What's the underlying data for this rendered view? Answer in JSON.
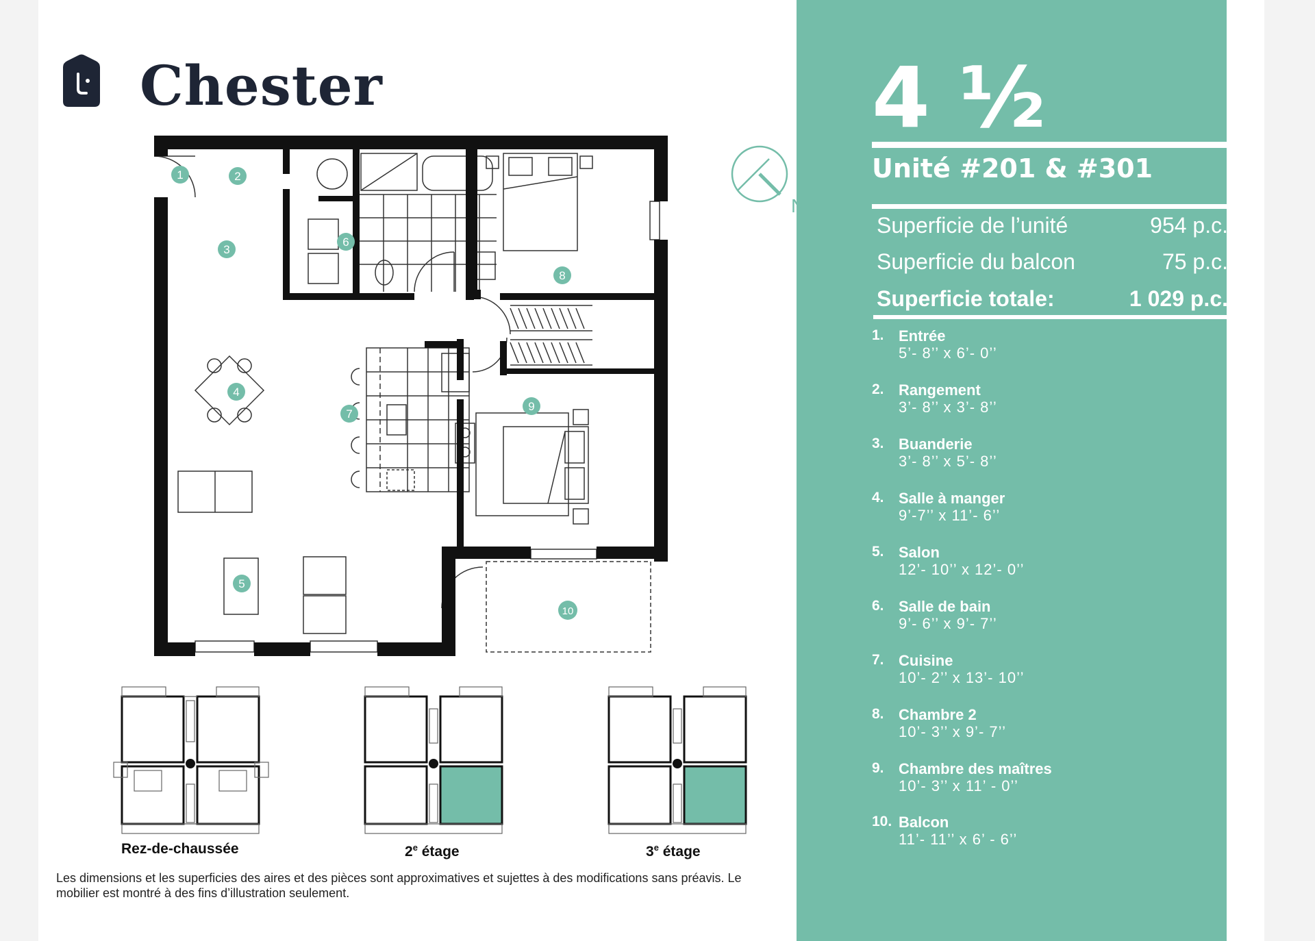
{
  "brand": {
    "name": "Chester"
  },
  "plan": {
    "room_markers": [
      "1",
      "2",
      "3",
      "4",
      "5",
      "6",
      "7",
      "8",
      "9",
      "10"
    ],
    "compass_label": "N"
  },
  "floors": [
    {
      "label": "Rez-de-chaussée"
    },
    {
      "label_base": "2",
      "label_sup": "e",
      "label_rest": " étage"
    },
    {
      "label_base": "3",
      "label_sup": "e",
      "label_rest": " étage"
    }
  ],
  "disclaimer": "Les dimensions et les superficies des aires et des pièces sont approximatives et sujettes à des modifications sans préavis. Le mobilier est montré à des fins d’illustration seulement.",
  "unit": {
    "type_whole": "4",
    "type_fraction": "½",
    "title": "Unité #201 & #301"
  },
  "areas": [
    {
      "label": "Superficie de l’unité",
      "value": "954 p.c."
    },
    {
      "label": "Superficie du balcon",
      "value": "75 p.c."
    },
    {
      "label": "Superficie totale:",
      "value": "1 029 p.c."
    }
  ],
  "rooms": [
    {
      "num": "1.",
      "name": "Entrée",
      "dim": "5’- 8’’ x 6’- 0’’"
    },
    {
      "num": "2.",
      "name": "Rangement",
      "dim": "3’- 8’’ x  3’- 8’’"
    },
    {
      "num": "3.",
      "name": "Buanderie",
      "dim": "3’- 8’’ x  5’- 8’’"
    },
    {
      "num": "4.",
      "name": "Salle à manger",
      "dim": "9’-7’’ x 11’- 6’’"
    },
    {
      "num": "5.",
      "name": "Salon",
      "dim": "12’- 10’’ x 12’- 0’’"
    },
    {
      "num": "6.",
      "name": "Salle de bain",
      "dim": "9’- 6’’ x  9’- 7’’"
    },
    {
      "num": "7.",
      "name": "Cuisine",
      "dim": "10’- 2’’ x 13’- 10’’"
    },
    {
      "num": "8.",
      "name": "Chambre 2",
      "dim": "10’- 3’’ x 9’- 7’’"
    },
    {
      "num": "9.",
      "name": "Chambre des maîtres",
      "dim": "10’- 3’’ x 11’ - 0’’"
    },
    {
      "num": "10.",
      "name": "Balcon",
      "dim": "11’- 11’’ x 6’ - 6’’"
    }
  ],
  "colors": {
    "accent": "#74bda9",
    "dark": "#1e2535",
    "wall": "#111111"
  }
}
